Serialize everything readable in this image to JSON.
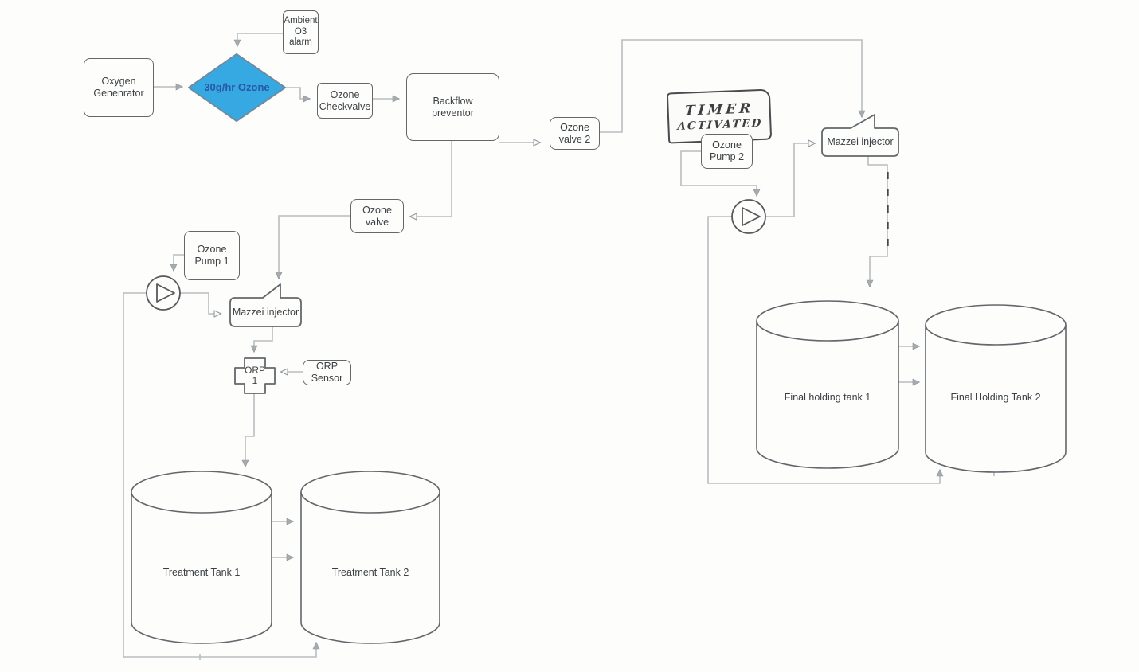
{
  "colors": {
    "diamond_fill": "#36a9e2",
    "diamond_text": "#2a57a8",
    "box_border": "#63676b",
    "connector_line": "#b9bdc0",
    "handwriting_ink": "#4a4b4e"
  },
  "nodes": {
    "oxygen_generator": {
      "label": "Oxygen Genenrator"
    },
    "ozone_diamond": {
      "label": "30g/hr Ozone"
    },
    "ambient_alarm": {
      "label": "Ambient O3 alarm"
    },
    "ozone_checkvalve": {
      "label": "Ozone Checkvalve"
    },
    "backflow_preventor": {
      "label": "Backflow preventor"
    },
    "ozone_valve_2": {
      "label": "Ozone valve 2"
    },
    "ozone_valve": {
      "label": "Ozone valve"
    },
    "ozone_pump_1": {
      "label": "Ozone Pump 1"
    },
    "mazzei_injector_1": {
      "label": "Mazzei injector"
    },
    "orp_1": {
      "label": "ORP 1"
    },
    "orp_sensor": {
      "label": "ORP Sensor"
    },
    "treatment_tank_1": {
      "label": "Treatment Tank 1"
    },
    "treatment_tank_2": {
      "label": "Treatment Tank 2"
    },
    "timer_note": {
      "line1": "TIMER",
      "line2": "ACTIVATED"
    },
    "ozone_pump_2": {
      "label": "Ozone Pump 2"
    },
    "mazzei_injector_2": {
      "label": "Mazzei injector"
    },
    "final_holding_tank_1": {
      "label": "Final holding tank 1"
    },
    "final_holding_tank_2": {
      "label": "Final Holding Tank 2"
    }
  }
}
